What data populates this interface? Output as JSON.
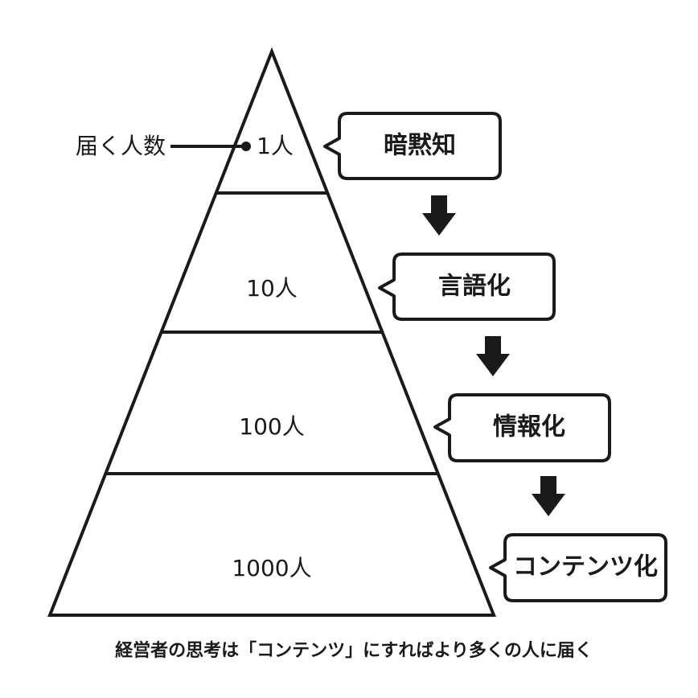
{
  "reach_label": "届く人数",
  "pyramid_tiers": [
    "1人",
    "10人",
    "100人",
    "1000人"
  ],
  "steps": [
    "暗黙知",
    "言語化",
    "情報化",
    "コンテンツ化"
  ],
  "caption": "経営者の思考は「コンテンツ」にすればより多くの人に届く"
}
